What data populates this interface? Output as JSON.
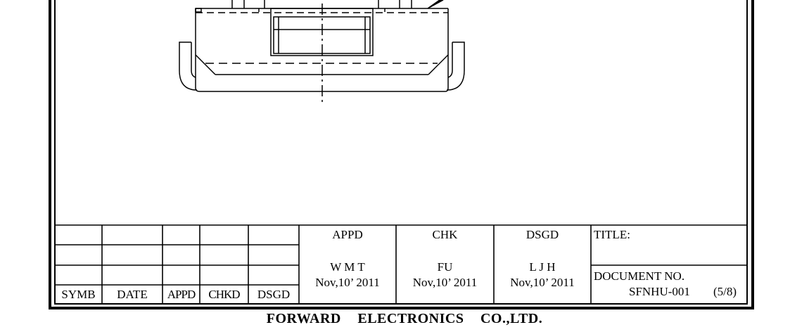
{
  "revision_table": {
    "headers": [
      "SYMB",
      "DATE",
      "APPD",
      "CHKD",
      "DSGD"
    ]
  },
  "approvals": [
    {
      "role": "APPD",
      "name": "W M T",
      "date": "Nov,10’  2011"
    },
    {
      "role": "CHK",
      "name": "FU",
      "date": "Nov,10’  2011"
    },
    {
      "role": "DSGD",
      "name": "L J H",
      "date": "Nov,10’  2011"
    }
  ],
  "title_block": {
    "title_label": "TITLE:",
    "doc_no_label": "DOCUMENT NO.",
    "doc_no": "SFNHU-001",
    "page": "(5/8)"
  },
  "footer": "FORWARD ELECTRONICS CO.,LTD."
}
